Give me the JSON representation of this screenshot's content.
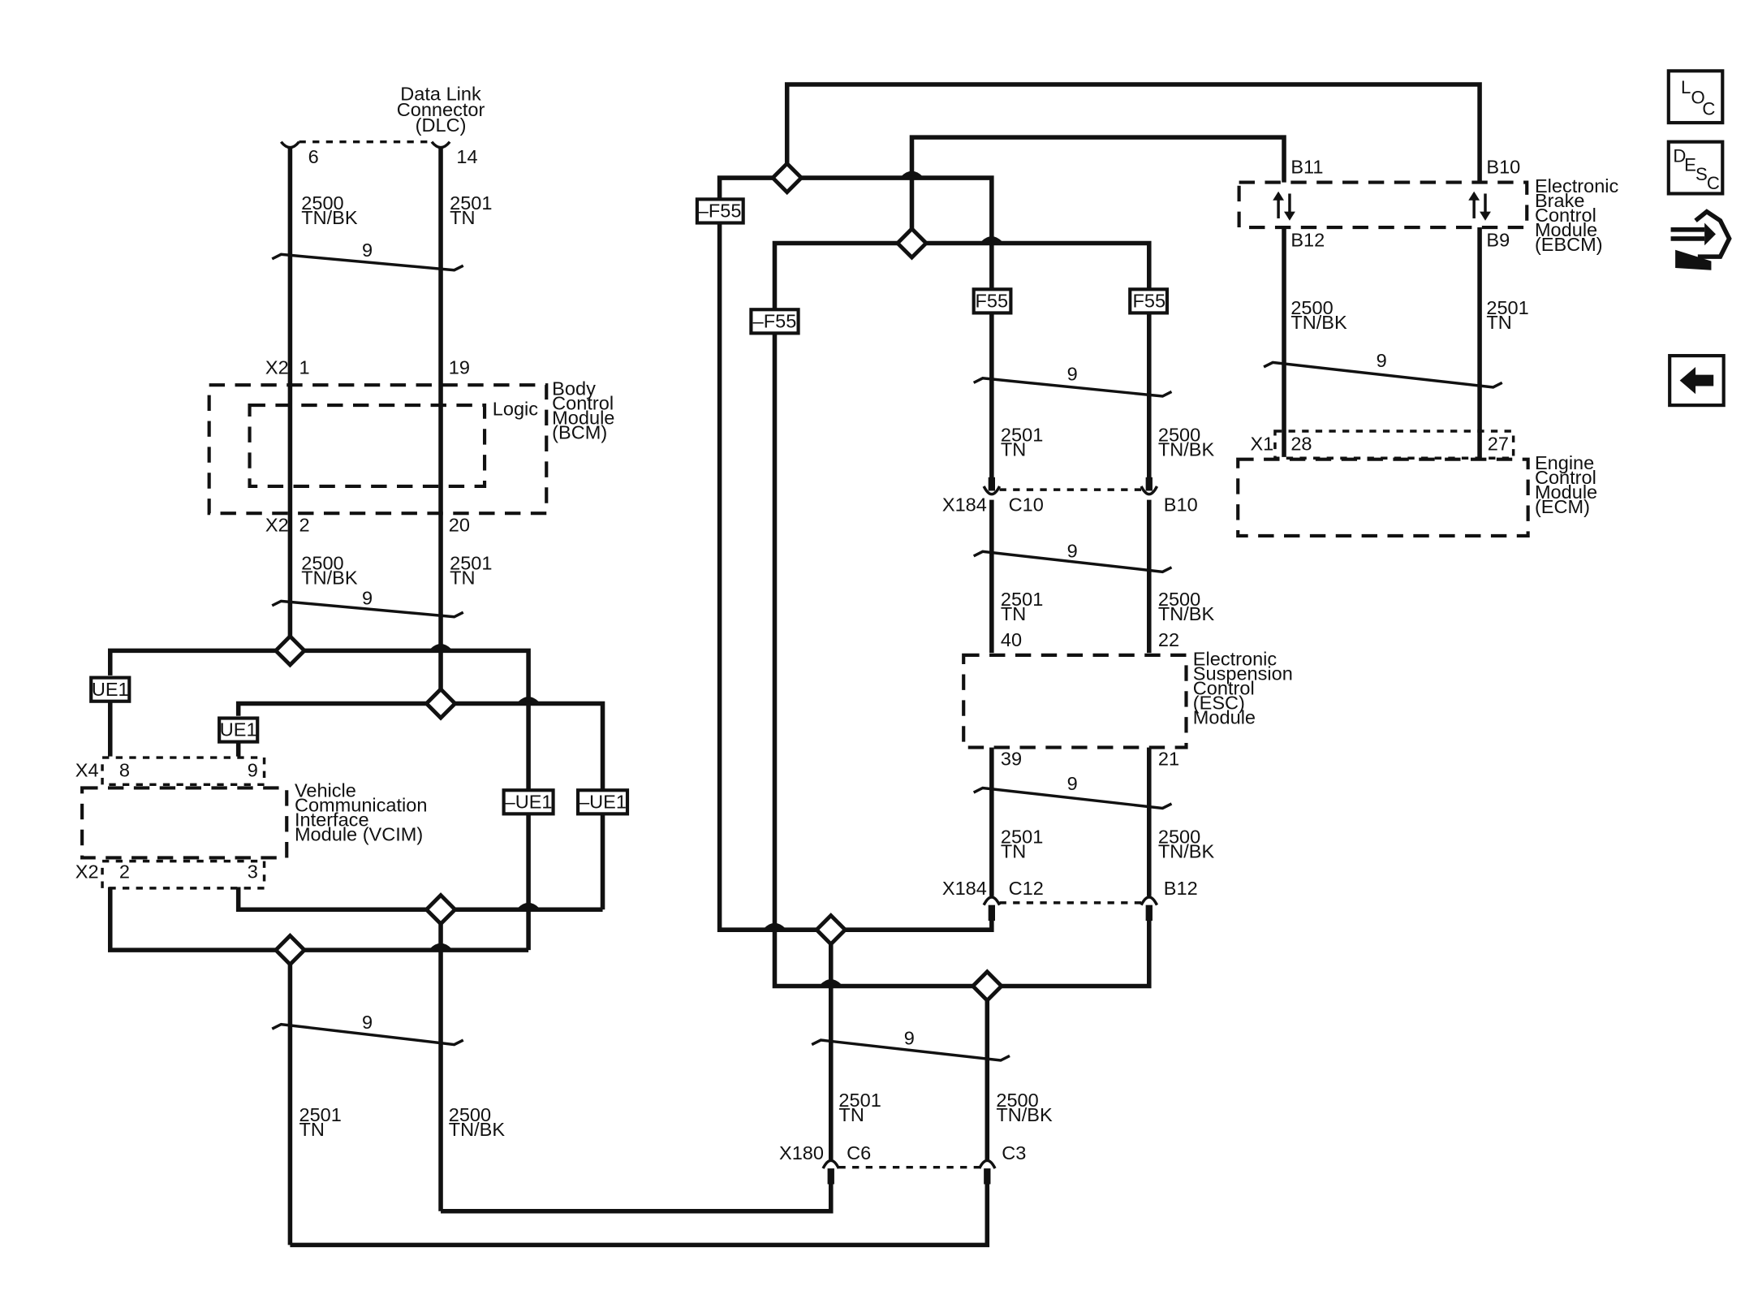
{
  "modules": {
    "dlc": {
      "name": [
        "Data Link",
        "Connector",
        "(DLC)"
      ],
      "pin_left": "6",
      "pin_right": "14"
    },
    "bcm": {
      "name": [
        "Body",
        "Control",
        "Module",
        "(BCM)"
      ],
      "inner": "Logic",
      "conn_top": "X2",
      "pin_tl": "1",
      "pin_tr": "19",
      "conn_bot": "X2",
      "pin_bl": "2",
      "pin_br": "20"
    },
    "vcim": {
      "name": [
        "Vehicle",
        "Communication",
        "Interface",
        "Module (VCIM)"
      ],
      "conn_top": "X4",
      "pin_t1": "8",
      "pin_t2": "9",
      "conn_bot": "X2",
      "pin_b1": "2",
      "pin_b2": "3"
    },
    "ebcm": {
      "name": [
        "Electronic",
        "Brake",
        "Control",
        "Module",
        "(EBCM)"
      ],
      "pin_tl": "B11",
      "pin_tr": "B10",
      "pin_bl": "B12",
      "pin_br": "B9"
    },
    "ecm": {
      "name": [
        "Engine",
        "Control",
        "Module",
        "(ECM)"
      ],
      "conn": "X1",
      "pin_l": "28",
      "pin_r": "27"
    },
    "esc": {
      "name": [
        "Electronic",
        "Suspension",
        "Control",
        "(ESC)",
        "Module"
      ],
      "pin_tl": "40",
      "pin_tr": "22",
      "pin_bl": "39",
      "pin_br": "21"
    }
  },
  "connectors": {
    "x184a": {
      "id": "X184",
      "pin_l": "C10",
      "pin_r": "B10"
    },
    "x184b": {
      "id": "X184",
      "pin_l": "C12",
      "pin_r": "B12"
    },
    "x180": {
      "id": "X180",
      "pin_l": "C6",
      "pin_r": "C3"
    }
  },
  "wires": {
    "w2500": {
      "circuit": "2500",
      "color": "TN/BK"
    },
    "w2501": {
      "circuit": "2501",
      "color": "TN"
    },
    "twist": "9"
  },
  "options": {
    "ue1": "UE1",
    "not_ue1": "–UE1",
    "f55": "F55",
    "not_f55": "–F55"
  },
  "nav": {
    "loc": [
      "L",
      "O",
      "C"
    ],
    "desc": [
      "D",
      "E",
      "S",
      "C"
    ],
    "icons": [
      "connector-end-view-icon",
      "back-arrow-icon"
    ]
  }
}
